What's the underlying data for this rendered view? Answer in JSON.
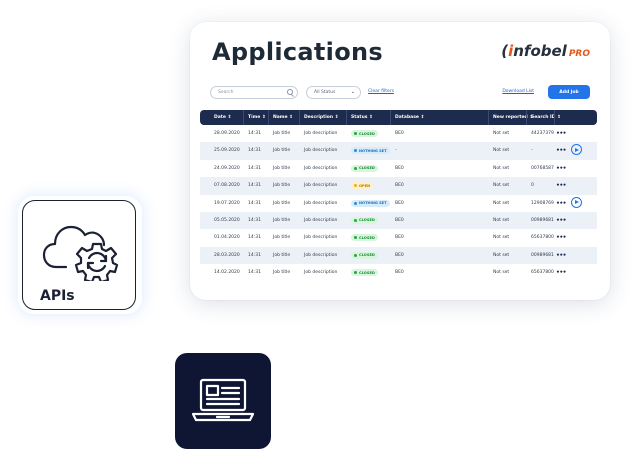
{
  "app": {
    "title": "Applications",
    "logo": {
      "prefix": "(",
      "brand_accent": "i",
      "brand_rest": "nfobel",
      "suffix": "PRO"
    }
  },
  "toolbar": {
    "search_placeholder": "Search",
    "status_value": "All Status",
    "clear_filters": "Clear filters",
    "download_list": "Download List",
    "add_job": "Add Job"
  },
  "table": {
    "headers": [
      "Date ⇕",
      "Time ⇕",
      "Name ⇕",
      "Description ⇕",
      "Status ⇕",
      "Database ⇕",
      "New reported ⇕",
      "Search ID ⇕"
    ],
    "rows": [
      {
        "date": "28.09.2020",
        "time": "14:31",
        "name": "Job title",
        "description": "Job description",
        "status": "CLOSED",
        "status_type": "closed",
        "database": "BE0",
        "reported": "Not set",
        "search_id": "44237379",
        "more": "•••",
        "action": false
      },
      {
        "date": "25.09.2020",
        "time": "14:31",
        "name": "Job title",
        "description": "Job description",
        "status": "NOTHING SET",
        "status_type": "notset",
        "database": "-",
        "reported": "Not set",
        "search_id": "-",
        "more": "•••",
        "action": true
      },
      {
        "date": "24.09.2020",
        "time": "14:31",
        "name": "Job title",
        "description": "Job description",
        "status": "CLOSED",
        "status_type": "closed",
        "database": "BE0",
        "reported": "Not set",
        "search_id": "00768587",
        "more": "•••",
        "action": false
      },
      {
        "date": "07.08.2020",
        "time": "14:31",
        "name": "Job title",
        "description": "Job description",
        "status": "OPEN",
        "status_type": "open",
        "database": "BE0",
        "reported": "Not set",
        "search_id": "0",
        "more": "•••",
        "action": false
      },
      {
        "date": "19.07.2020",
        "time": "14:31",
        "name": "Job title",
        "description": "Job description",
        "status": "NOTHING SET",
        "status_type": "notset",
        "database": "BE0",
        "reported": "Not set",
        "search_id": "12908769",
        "more": "•••",
        "action": true
      },
      {
        "date": "05.05.2020",
        "time": "14:31",
        "name": "Job title",
        "description": "Job description",
        "status": "CLOSED",
        "status_type": "closed",
        "database": "BE0",
        "reported": "Not set",
        "search_id": "00989681",
        "more": "•••",
        "action": false
      },
      {
        "date": "01.04.2020",
        "time": "14:31",
        "name": "Job title",
        "description": "Job description",
        "status": "CLOSED",
        "status_type": "closed",
        "database": "BE0",
        "reported": "Not set",
        "search_id": "65637800",
        "more": "•••",
        "action": false
      },
      {
        "date": "28.03.2020",
        "time": "14:31",
        "name": "Job title",
        "description": "Job description",
        "status": "CLOSED",
        "status_type": "closed",
        "database": "BE0",
        "reported": "Not set",
        "search_id": "00989681",
        "more": "•••",
        "action": false
      },
      {
        "date": "14.02.2020",
        "time": "14:31",
        "name": "Job title",
        "description": "Job description",
        "status": "CLOSED",
        "status_type": "closed",
        "database": "BE0",
        "reported": "Not set",
        "search_id": "65637800",
        "more": "•••",
        "action": false
      }
    ]
  },
  "apis_tile": {
    "label": "APIs",
    "icon": "cloud-gear-icon"
  },
  "laptop_tile": {
    "icon": "laptop-document-icon"
  },
  "colors": {
    "header_bg": "#1d2b4f",
    "primary": "#2274e8",
    "brand_accent": "#e05a1c",
    "tile_dark": "#0e1634"
  }
}
